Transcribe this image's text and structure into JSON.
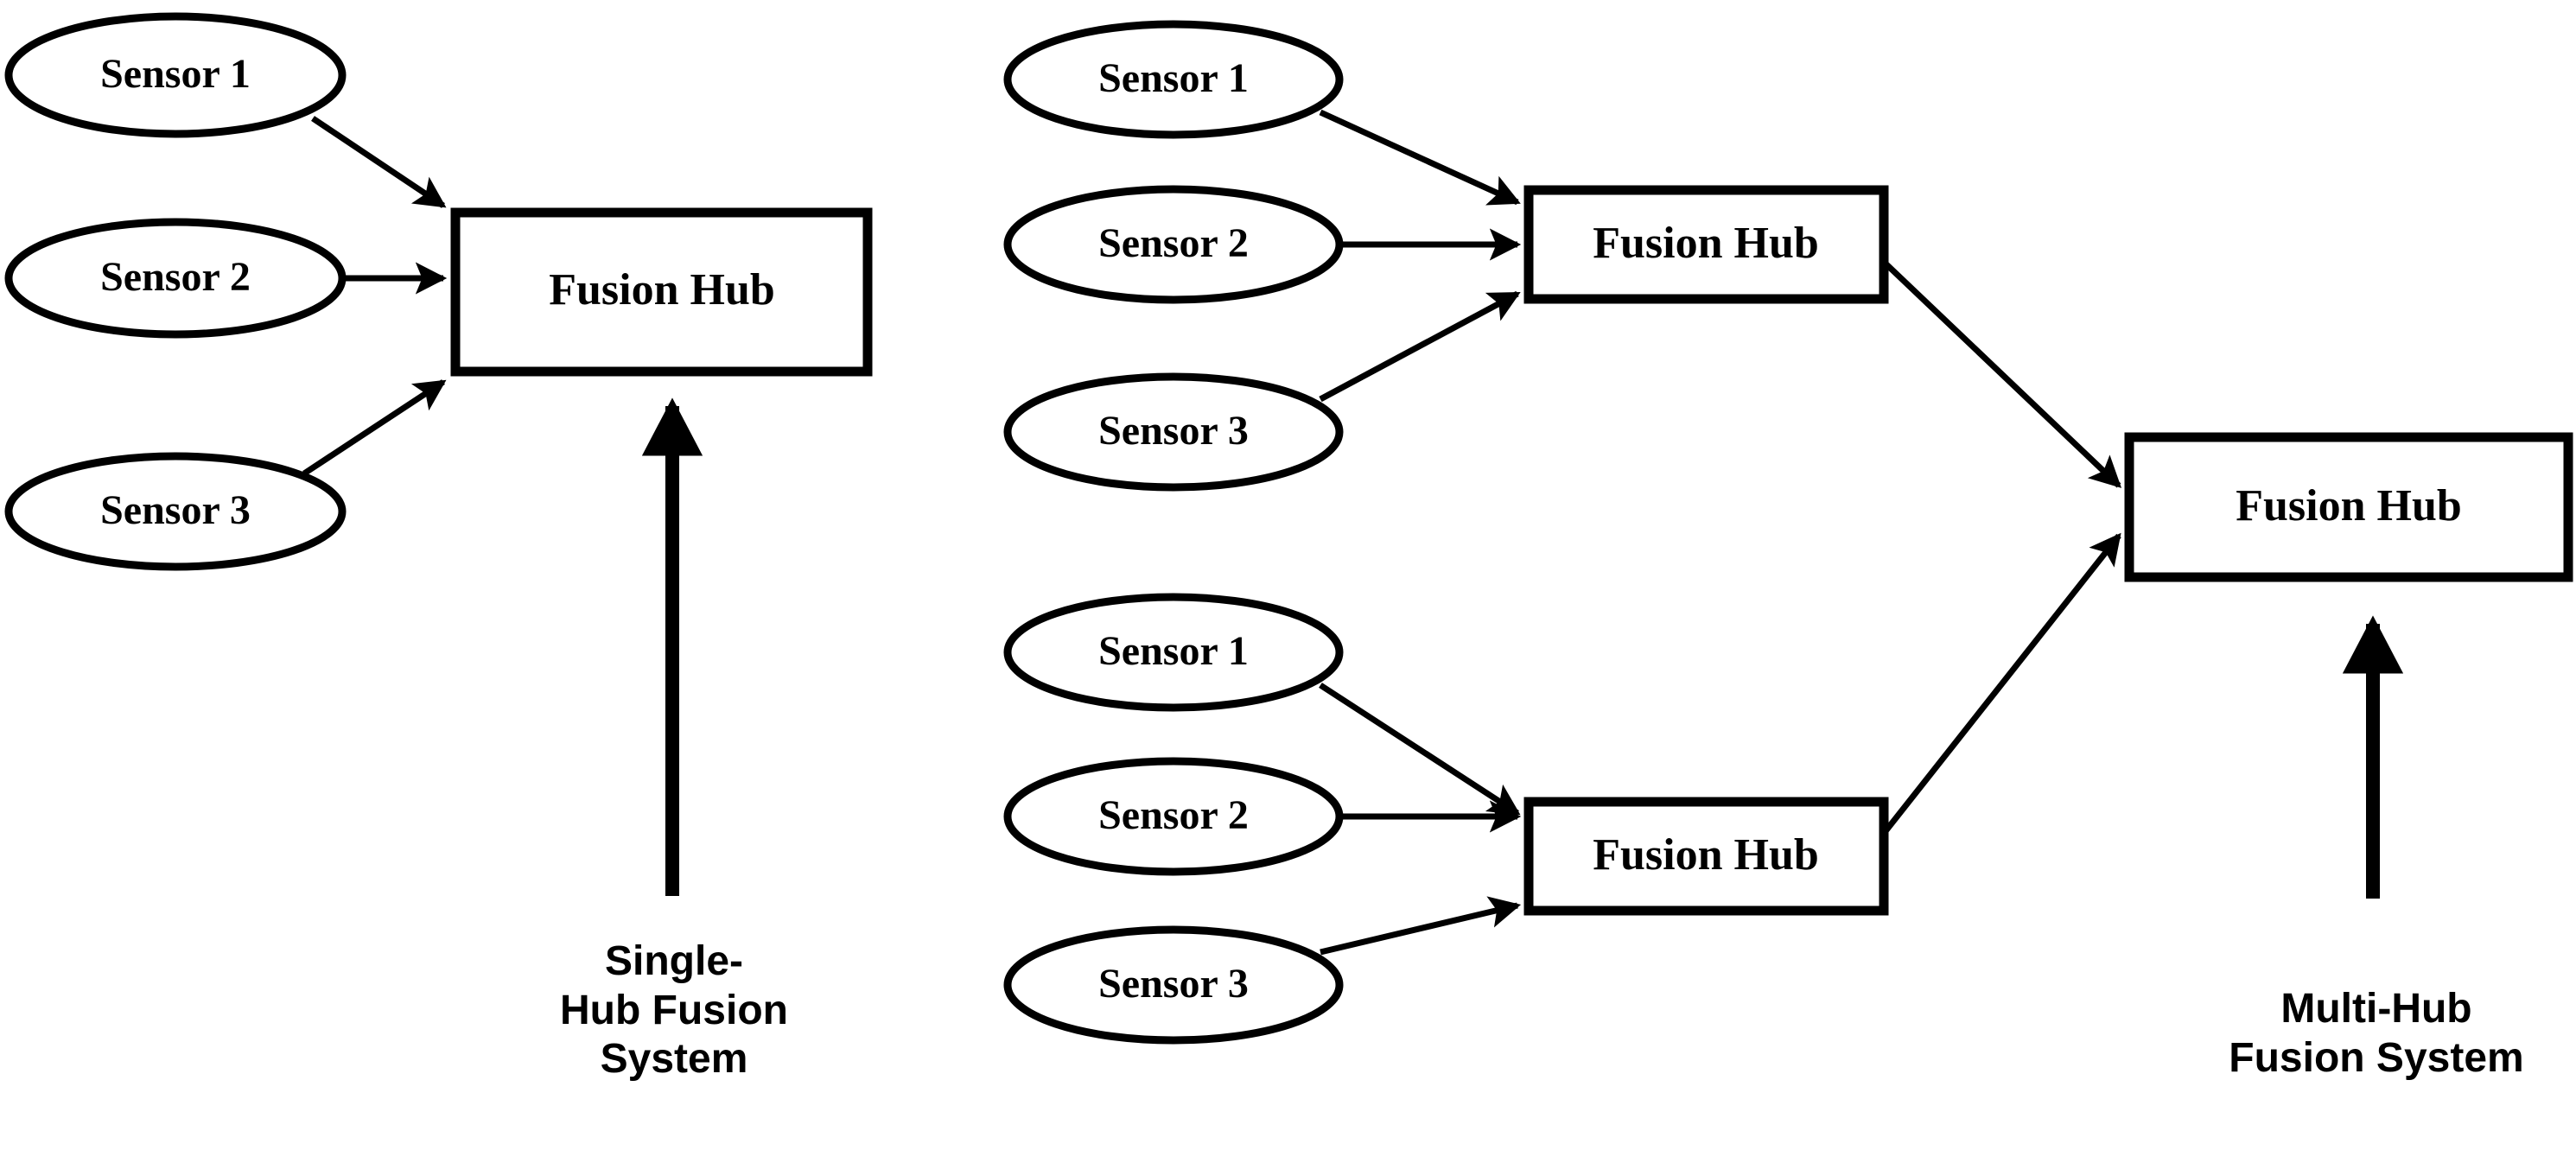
{
  "diagram": {
    "title_alt": "Single-Hub vs Multi-Hub Sensor Fusion Architectures",
    "background_color": "#ffffff",
    "stroke_color": "#000000",
    "node_labels": {
      "sensor_1": "Sensor 1",
      "sensor_2": "Sensor 2",
      "sensor_3": "Sensor 3",
      "fusion_hub": "Fusion Hub"
    },
    "left_panel": {
      "caption": "Single-\nHub  Fusion\nSystem",
      "sensors": [
        {
          "label": "Sensor 1"
        },
        {
          "label": "Sensor 2"
        },
        {
          "label": "Sensor 3"
        }
      ],
      "hubs": [
        {
          "label": "Fusion Hub"
        }
      ]
    },
    "right_panel": {
      "caption": "Multi-Hub\nFusion System",
      "upper_group": {
        "sensors": [
          {
            "label": "Sensor 1"
          },
          {
            "label": "Sensor 2"
          },
          {
            "label": "Sensor 3"
          }
        ],
        "hub": {
          "label": "Fusion Hub"
        }
      },
      "lower_group": {
        "sensors": [
          {
            "label": "Sensor 1"
          },
          {
            "label": "Sensor 2"
          },
          {
            "label": "Sensor 3"
          }
        ],
        "hub": {
          "label": "Fusion Hub"
        }
      },
      "master_hub": {
        "label": "Fusion Hub"
      }
    }
  }
}
